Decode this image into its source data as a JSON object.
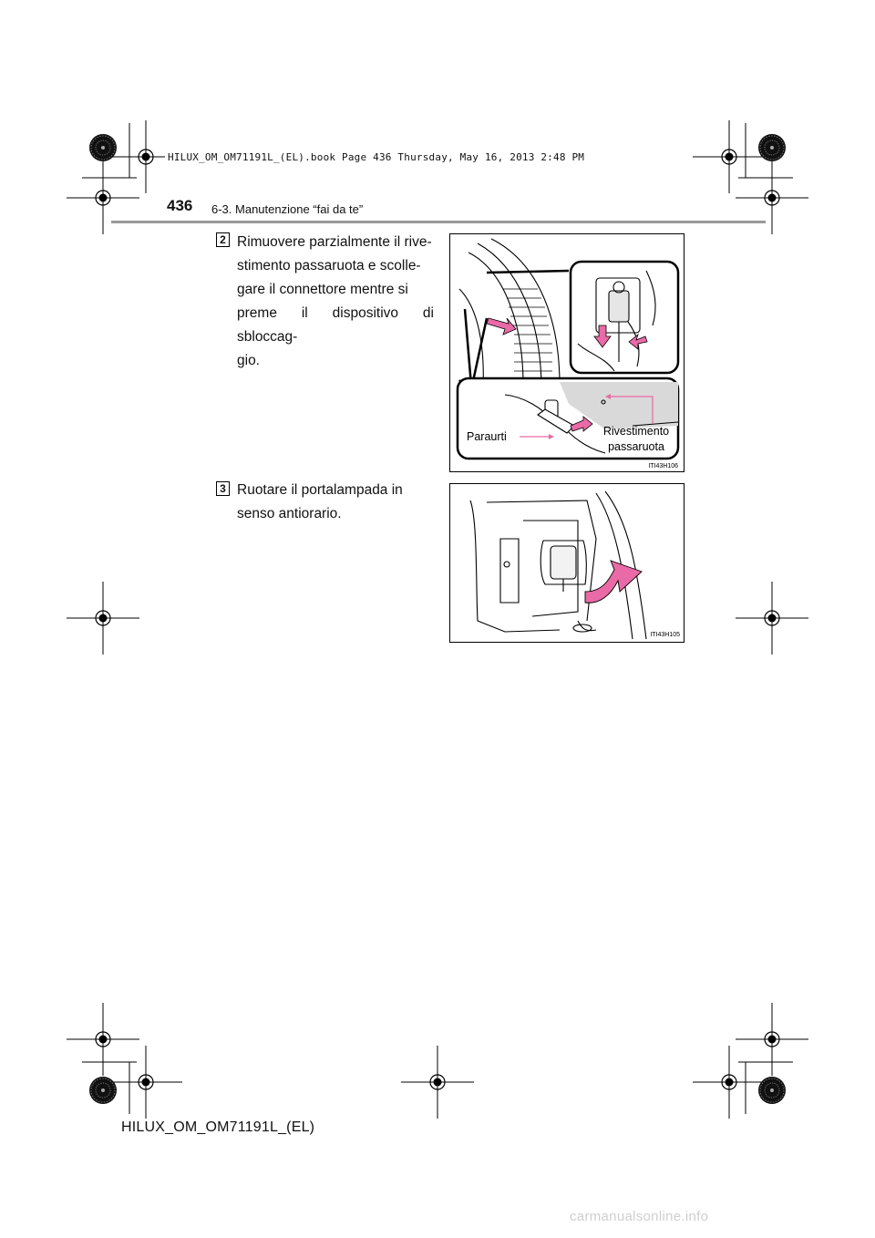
{
  "print_header": "HILUX_OM_OM71191L_(EL).book  Page 436  Thursday, May 16, 2013  2:48 PM",
  "page_number": "436",
  "section_title": "6-3. Manutenzione “fai da te”",
  "steps": [
    {
      "number": "2",
      "text": "Rimuovere parzialmente il rivestimento passaruota e scollegare il connettore mentre si preme il dispositivo di sbloccaggio.",
      "lines": [
        "Rimuovere parzialmente il rive-",
        "stimento passaruota e scolle-",
        "gare il connettore mentre si",
        "preme il dispositivo di sbloccag-",
        "gio."
      ],
      "illustration": {
        "code": "ITI43H106",
        "label_bumper": "Paraurti",
        "label_liner_1": "Rivestimento",
        "label_liner_2": "passaruota"
      }
    },
    {
      "number": "3",
      "text": "Ruotare il portalampada in senso antiorario.",
      "lines": [
        "Ruotare il portalampada in",
        "senso antiorario."
      ],
      "illustration": {
        "code": "ITI43H105"
      }
    }
  ],
  "footer": "HILUX_OM_OM71191L_(EL)",
  "watermark": "carmanualsonline.info",
  "colors": {
    "arrow_pink": "#e96aa6",
    "rule_gray": "#9a9a9a",
    "shade_gray": "#d9d9d9"
  }
}
